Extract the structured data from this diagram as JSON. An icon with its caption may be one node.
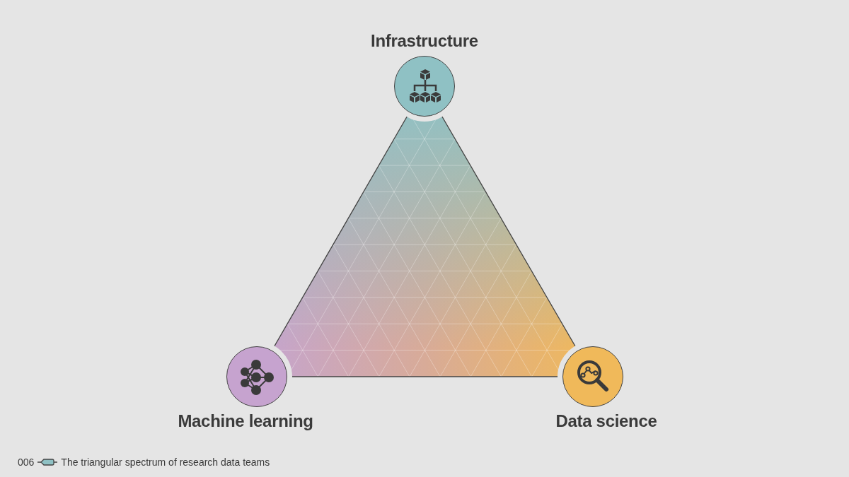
{
  "diagram": {
    "caption": "The triangular spectrum of research data teams",
    "nodes": [
      {
        "text": [
          "Infrastructure"
        ]
      },
      {
        "text": [
          "Machine learning"
        ]
      },
      {
        "text": [
          "Data science"
        ]
      }
    ],
    "labels": [
      "006"
    ]
  }
}
